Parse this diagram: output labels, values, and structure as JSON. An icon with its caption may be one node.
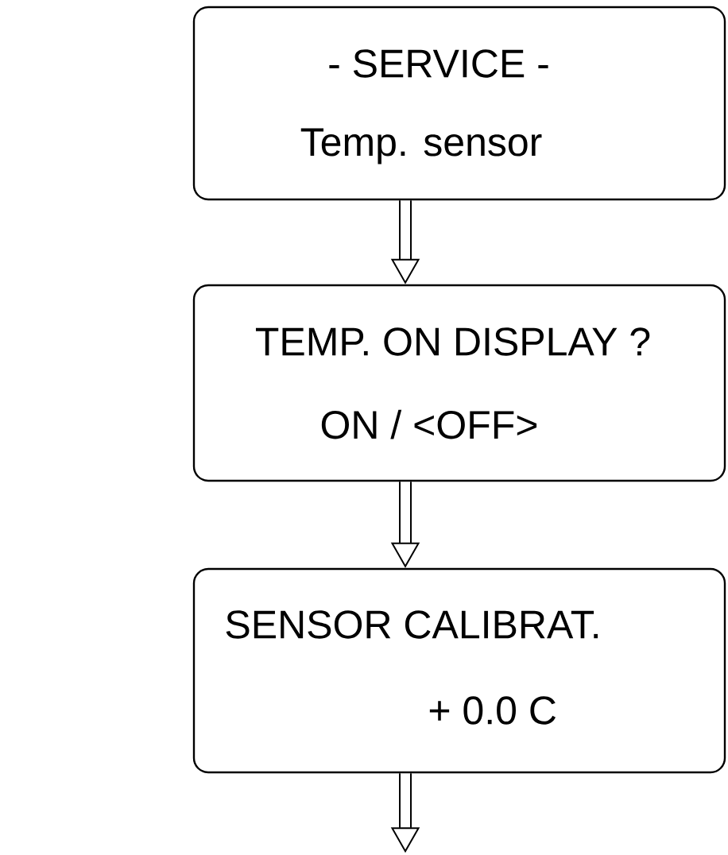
{
  "diagram": {
    "nodes": [
      {
        "text": [
          "- SERVICE -",
          "Temp. sensor"
        ]
      },
      {
        "text": [
          "TEMP. ON DISPLAY ?",
          "ON / <OFF>"
        ]
      },
      {
        "text": [
          "SENSOR CALIBRAT.",
          "+ 0.0 C"
        ]
      }
    ],
    "edges": [
      {
        "from": 0,
        "to": 1,
        "arrow": "to"
      },
      {
        "from": 1,
        "to": 2,
        "arrow": "to"
      },
      {
        "from": 2,
        "to": null,
        "arrow": "to"
      }
    ]
  }
}
